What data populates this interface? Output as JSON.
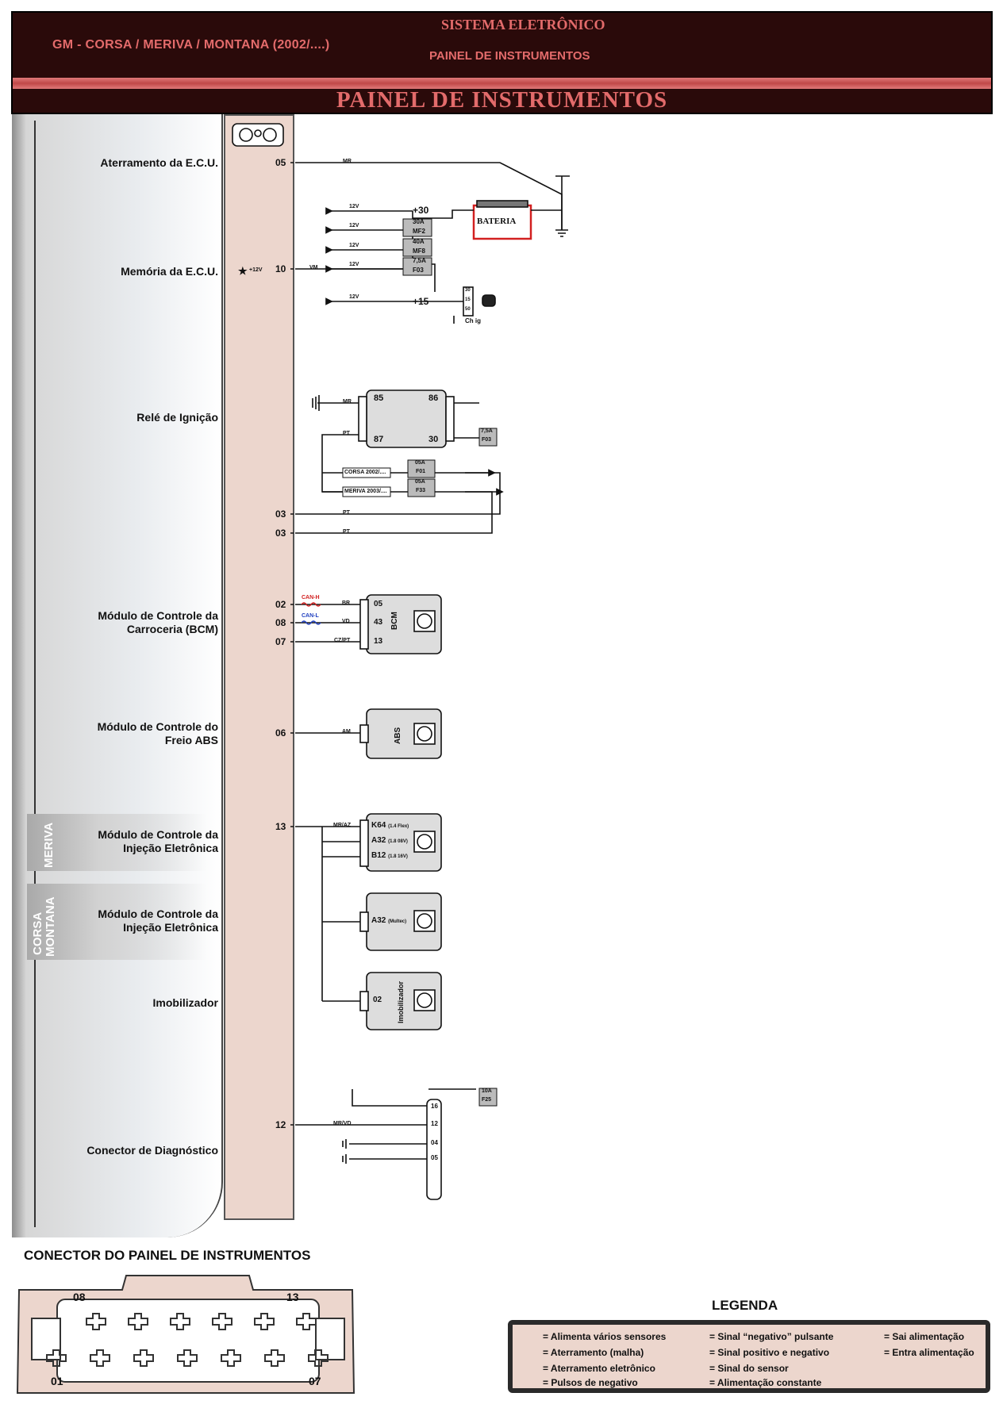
{
  "header": {
    "model": "GM - CORSA / MERIVA / MONTANA (2002/....)",
    "system": "SISTEMA ELETRÔNICO",
    "panel": "PAINEL DE INSTRUMENTOS",
    "title": "PAINEL DE INSTRUMENTOS"
  },
  "labels": {
    "ecu_ground": "Aterramento da E.C.U.",
    "ecu_memory": "Memória da E.C.U.",
    "ignition_relay": "Relé de Ignição",
    "bcm_line1": "Módulo de Controle da",
    "bcm_line2": "Carroceria (BCM)",
    "abs_line1": "Módulo de Controle do",
    "abs_line2": "Freio ABS",
    "inj_line1": "Módulo de Controle da",
    "inj_line2": "Injeção Eletrônica",
    "inj2_line1": "Módulo de Controle da",
    "inj2_line2": "Injeção Eletrônica",
    "immobilizer": "Imobilizador",
    "diagnostic": "Conector de Diagnóstico"
  },
  "regions": {
    "meriva": "MERIVA",
    "corsa": "CORSA",
    "montana": "MONTANA"
  },
  "pins": [
    "05",
    "10",
    "03",
    "03",
    "02",
    "08",
    "07",
    "06",
    "13",
    "12"
  ],
  "wires": {
    "mr": "MR",
    "vm": "VM",
    "pt": "PT",
    "br": "BR",
    "vd": "VD",
    "czpt": "CZ/PT",
    "am": "AM",
    "mraz": "MR/AZ",
    "mrvd": "MR/VD",
    "can_h": "CAN-H",
    "can_l": "CAN-L"
  },
  "power": {
    "p30": "+30",
    "p15": "+15",
    "v12": "12V",
    "plus12": "+12V",
    "star": "★"
  },
  "fuses": [
    {
      "amp": "30A",
      "name": "MF2"
    },
    {
      "amp": "40A",
      "name": "MF8"
    },
    {
      "amp": "7,5A",
      "name": "F03"
    },
    {
      "amp": "7,5A",
      "name": "F03"
    },
    {
      "amp": "05A",
      "name": "F01"
    },
    {
      "amp": "05A",
      "name": "F33"
    },
    {
      "amp": "10A",
      "name": "F25"
    }
  ],
  "battery": "BATERIA",
  "ignition_switch": {
    "label": "Ch ig",
    "pins": [
      "30",
      "15",
      "50"
    ]
  },
  "relay": {
    "p85": "85",
    "p86": "86",
    "p87": "87",
    "p30": "30"
  },
  "relay_variants": [
    "CORSA 2002/....",
    "MERIVA 2003/...."
  ],
  "bcm": {
    "name": "BCM",
    "pins": [
      "05",
      "43",
      "13"
    ]
  },
  "abs": {
    "name": "ABS"
  },
  "injection": {
    "pins": [
      {
        "pin": "K64",
        "note": "(1.4 Flex)"
      },
      {
        "pin": "A32",
        "note": "(1.8 08V)"
      },
      {
        "pin": "B12",
        "note": "(1.8 16V)"
      }
    ],
    "multec": {
      "pin": "A32",
      "note": "(Multec)"
    }
  },
  "immobilizer_box": {
    "name": "Imobilizador",
    "pin": "02"
  },
  "diag_pins": [
    "16",
    "12",
    "04",
    "05"
  ],
  "connector": {
    "title": "CONECTOR DO PAINEL DE INSTRUMENTOS",
    "tl": "08",
    "tr": "13",
    "bl": "01",
    "br": "07"
  },
  "legend": {
    "title": "LEGENDA",
    "items": [
      "= Alimenta vários sensores",
      "= Sinal “negativo” pulsante",
      "= Sai alimentação",
      "= Aterramento (malha)",
      "= Sinal positivo e negativo",
      "= Entra alimentação",
      "= Aterramento eletrônico",
      "= Sinal do sensor",
      "= Pulsos de negativo",
      "= Alimentação constante"
    ]
  },
  "colors": {
    "header_bg": "#2a0a0a",
    "header_text": "#e36b6b",
    "connector_fill": "#ecd6cd",
    "battery_outline": "#d22020",
    "can_h": "#d22020",
    "can_l": "#2040c0"
  }
}
